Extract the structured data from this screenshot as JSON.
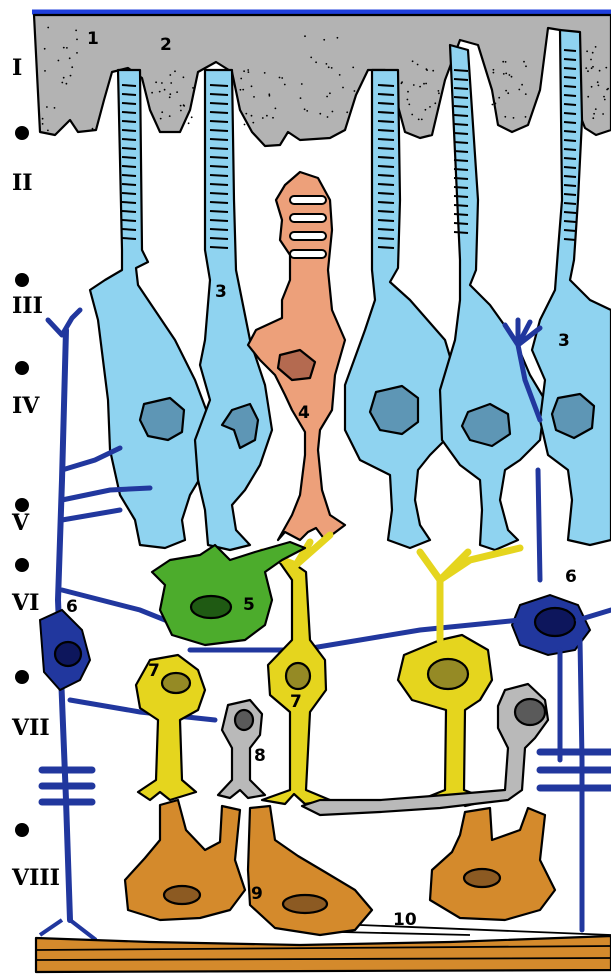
{
  "diagram": {
    "layers": [
      "I",
      "II",
      "III",
      "IV",
      "V",
      "VI",
      "VII",
      "VIII"
    ],
    "cell_labels": [
      "1",
      "2",
      "3",
      "3",
      "4",
      "5",
      "6",
      "6",
      "7",
      "7",
      "8",
      "9",
      "10"
    ]
  },
  "colors": {
    "membrane_top": "#1f3fdc",
    "epithelium": "#b3b3b3",
    "photoreceptor": "#8fd3f0",
    "photoreceptor_nucleus": "#5e96b5",
    "cone_cell": "#eda07a",
    "cone_nucleus": "#b46a50",
    "horizontal_cell": "#21379e",
    "horizontal_nucleus": "#0d165c",
    "bipolar_cell": "#e5d51e",
    "bipolar_nucleus": "#958a25",
    "muller_cell": "#4cac2c",
    "muller_nucleus": "#1f5a13",
    "amacrine_cell": "#b9b9b9",
    "amacrine_nucleus": "#5a5a5a",
    "ganglion_cell": "#d48a2c",
    "ganglion_nucleus": "#8c5a22"
  }
}
